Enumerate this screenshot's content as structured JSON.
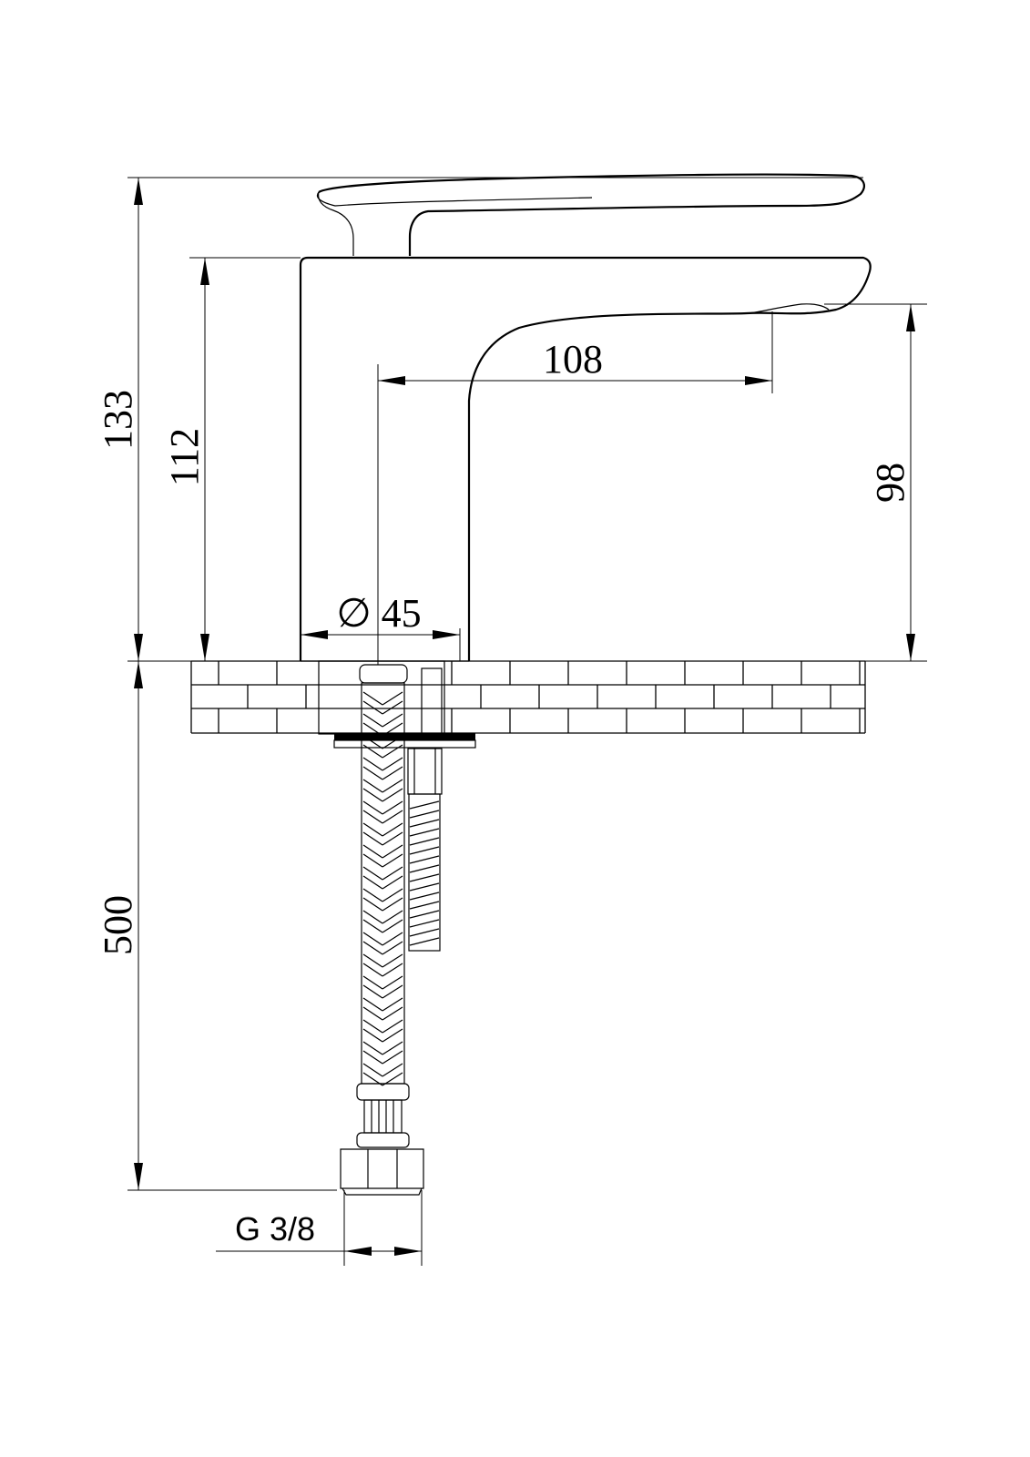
{
  "drawing": {
    "dimensions": {
      "total_height": "133",
      "body_height": "112",
      "spout_height": "98",
      "spout_reach": "108",
      "base_diameter": "∅ 45",
      "hose_length": "500",
      "connection_thread": "G 3/8"
    }
  }
}
